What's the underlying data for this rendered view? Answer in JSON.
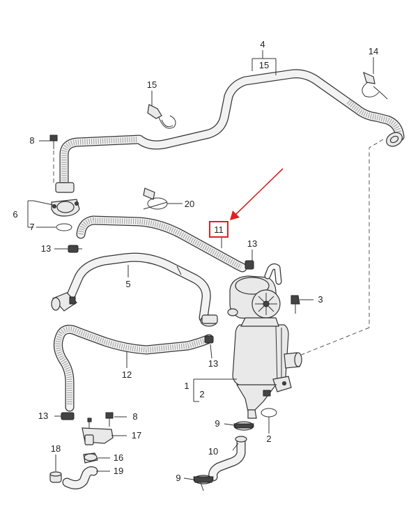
{
  "callouts": {
    "c1": "1",
    "c2a": "2",
    "c2b": "2",
    "c3": "3",
    "c4": "4",
    "c5": "5",
    "c6": "6",
    "c7": "7",
    "c8a": "8",
    "c8b": "8",
    "c9a": "9",
    "c9b": "9",
    "c10": "10",
    "c11": "11",
    "c12": "12",
    "c13a": "13",
    "c13b": "13",
    "c13c": "13",
    "c13d": "13",
    "c14": "14",
    "c15": "15",
    "c16": "16",
    "c17": "17",
    "c18": "18",
    "c19": "19",
    "c20": "20"
  },
  "highlight": {
    "color": "#e0201f",
    "target": "11"
  }
}
